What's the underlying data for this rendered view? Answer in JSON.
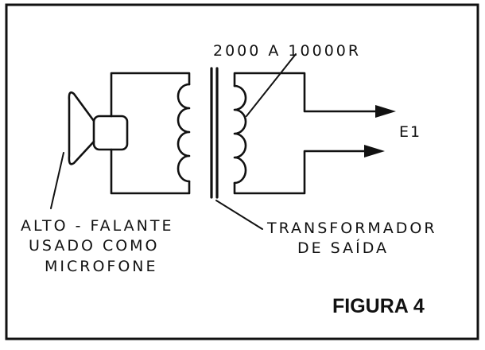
{
  "labels": {
    "impedance": "2000 A 10000R",
    "output": "E1",
    "speaker_line1": "ALTO - FALANTE",
    "speaker_line2": "USADO  COMO",
    "speaker_line3": "MICROFONE",
    "transformer_line1": "TRANSFORMADOR",
    "transformer_line2": "DE  SAÍDA",
    "figure_title": "FIGURA 4"
  },
  "colors": {
    "ink": "#111111",
    "paper": "#ffffff"
  },
  "components": {
    "speaker": "loudspeaker-symbol",
    "transformer": "transformer-symbol",
    "primary_coil_turns": 4,
    "secondary_coil_turns": 4,
    "output_arrows": 2
  }
}
